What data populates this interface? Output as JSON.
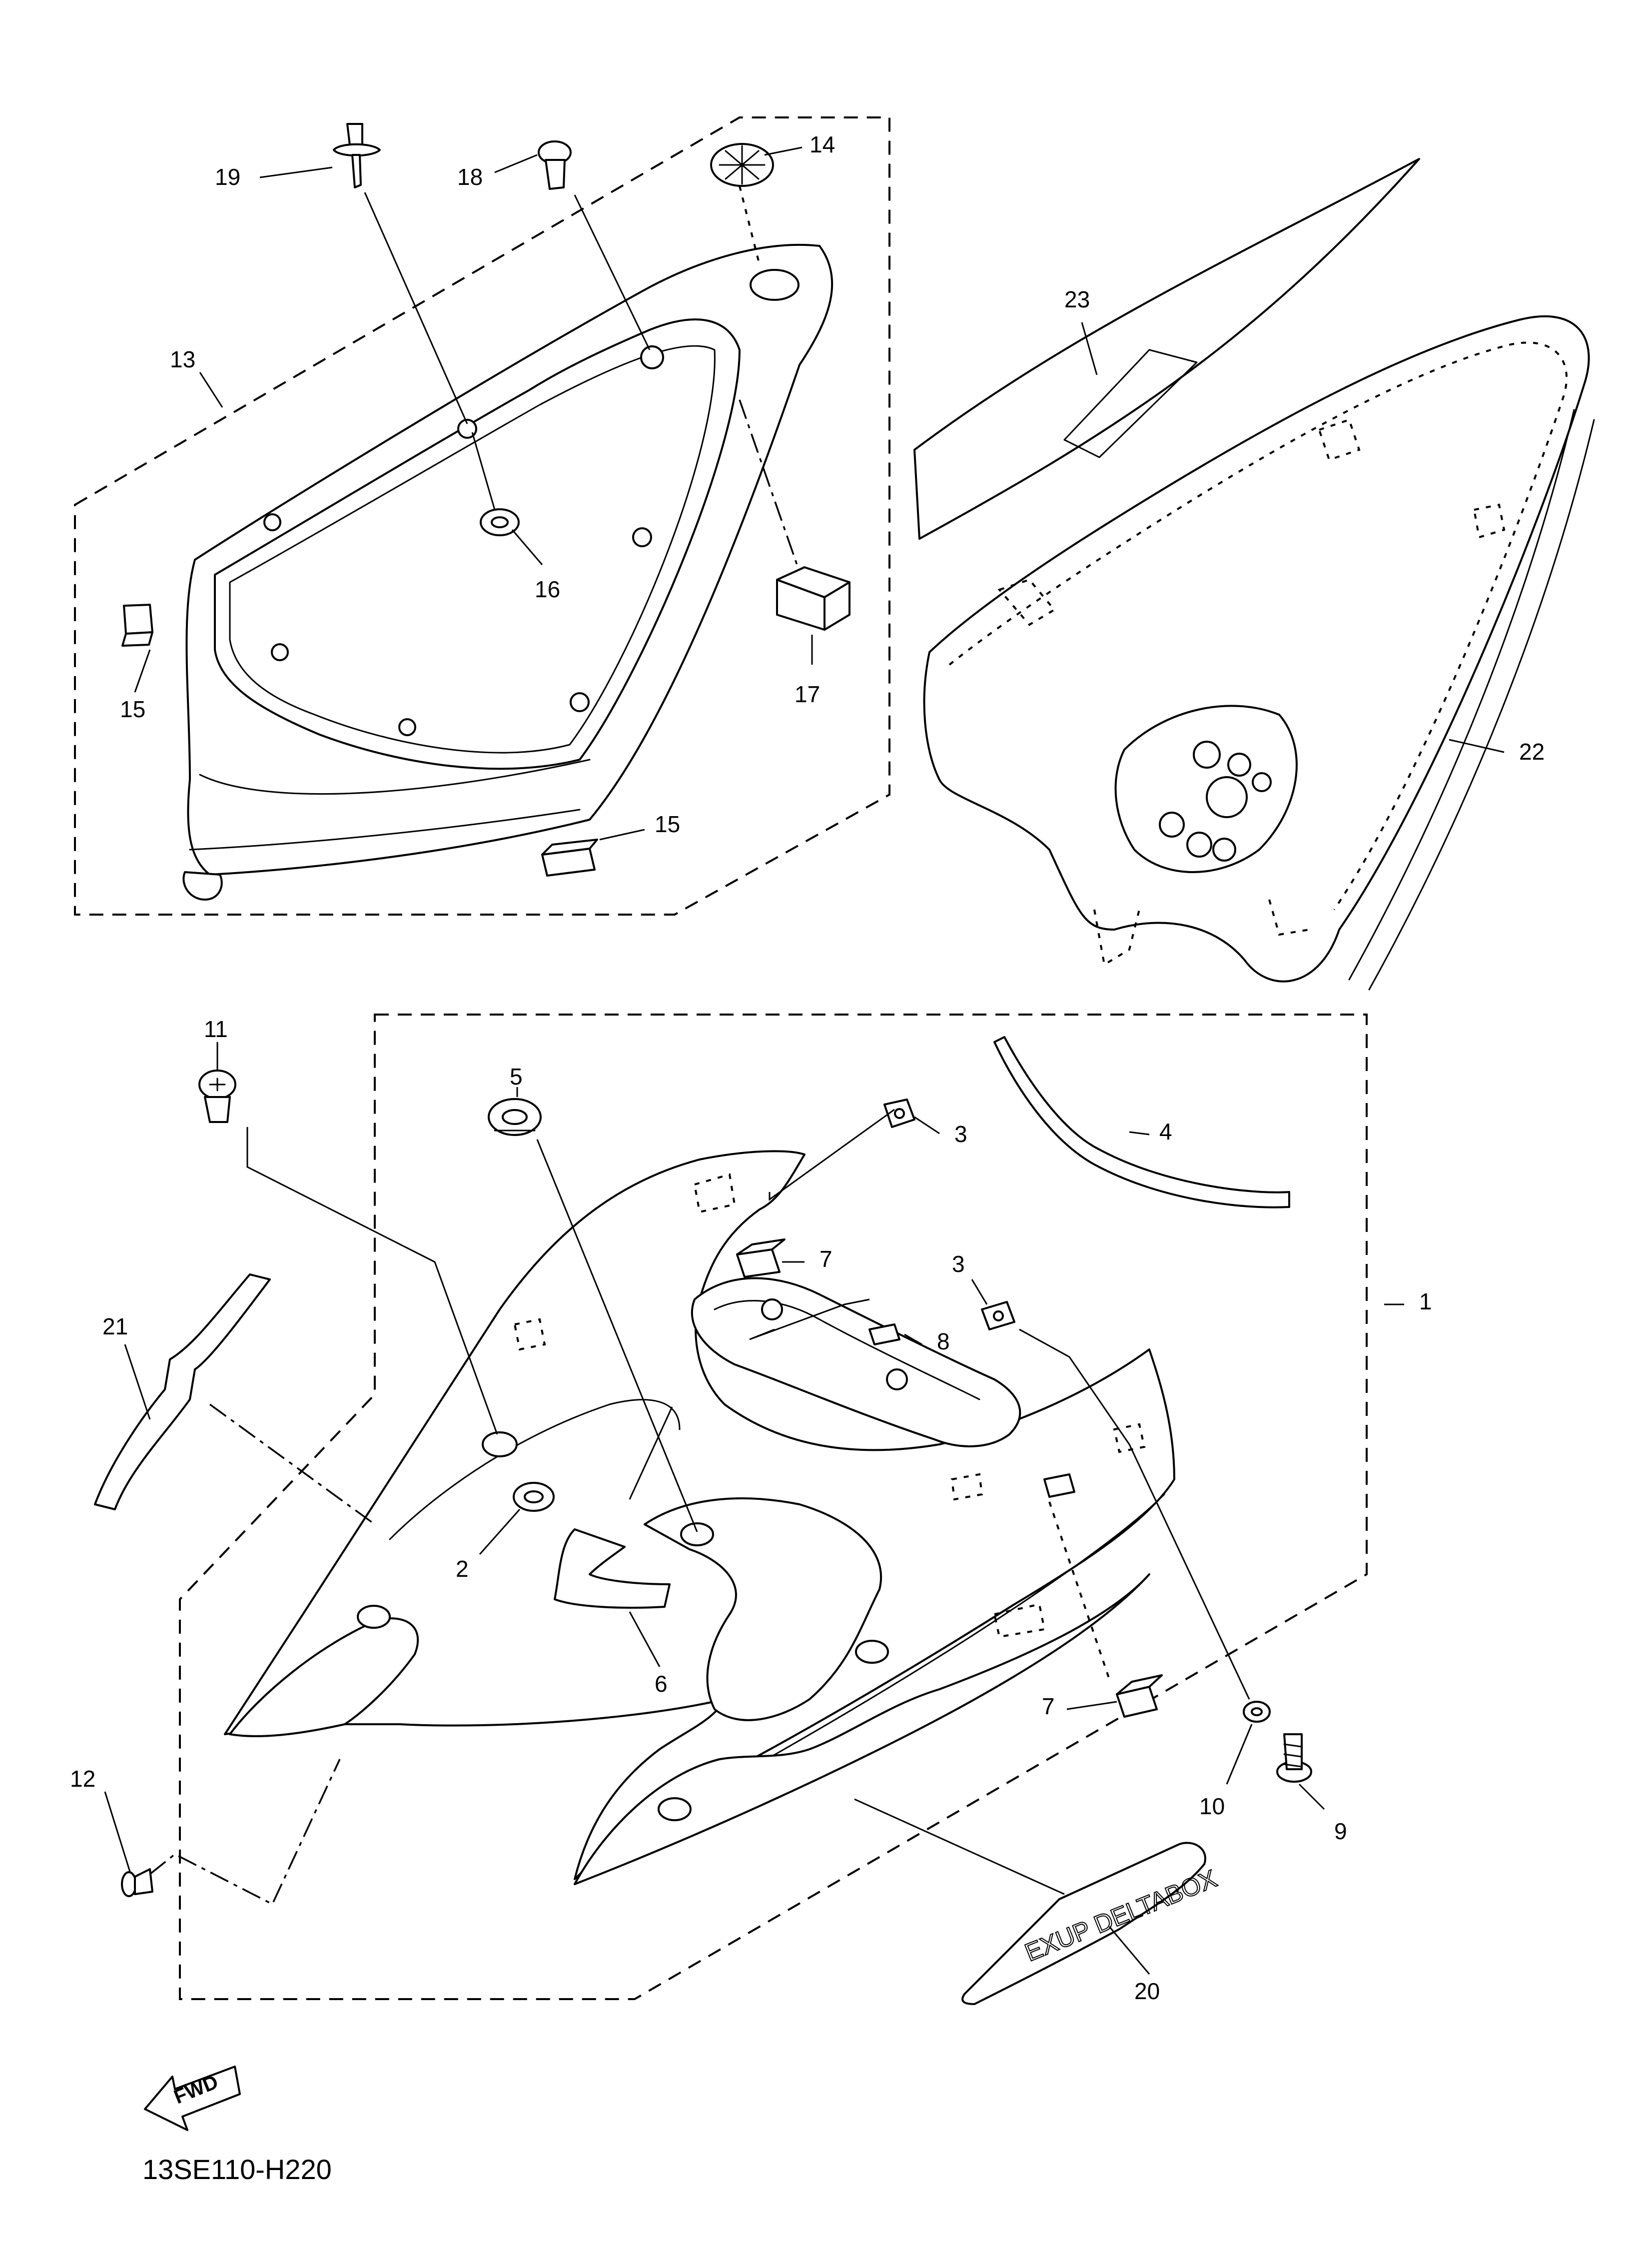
{
  "diagram_code": "13SE110-H220",
  "fwd_label": "FWD",
  "emblem_text": "EXUP DELTABOX",
  "callouts": [
    {
      "id": "c1",
      "num": "1"
    },
    {
      "id": "c2",
      "num": "2"
    },
    {
      "id": "c3a",
      "num": "3"
    },
    {
      "id": "c3b",
      "num": "3"
    },
    {
      "id": "c4",
      "num": "4"
    },
    {
      "id": "c5",
      "num": "5"
    },
    {
      "id": "c6",
      "num": "6"
    },
    {
      "id": "c7a",
      "num": "7"
    },
    {
      "id": "c7b",
      "num": "7"
    },
    {
      "id": "c8",
      "num": "8"
    },
    {
      "id": "c9",
      "num": "9"
    },
    {
      "id": "c10",
      "num": "10"
    },
    {
      "id": "c11",
      "num": "11"
    },
    {
      "id": "c12",
      "num": "12"
    },
    {
      "id": "c13",
      "num": "13"
    },
    {
      "id": "c14",
      "num": "14"
    },
    {
      "id": "c15a",
      "num": "15"
    },
    {
      "id": "c15b",
      "num": "15"
    },
    {
      "id": "c16",
      "num": "16"
    },
    {
      "id": "c17",
      "num": "17"
    },
    {
      "id": "c18",
      "num": "18"
    },
    {
      "id": "c19",
      "num": "19"
    },
    {
      "id": "c20",
      "num": "20"
    },
    {
      "id": "c21",
      "num": "21"
    },
    {
      "id": "c22",
      "num": "22"
    },
    {
      "id": "c23",
      "num": "23"
    }
  ]
}
